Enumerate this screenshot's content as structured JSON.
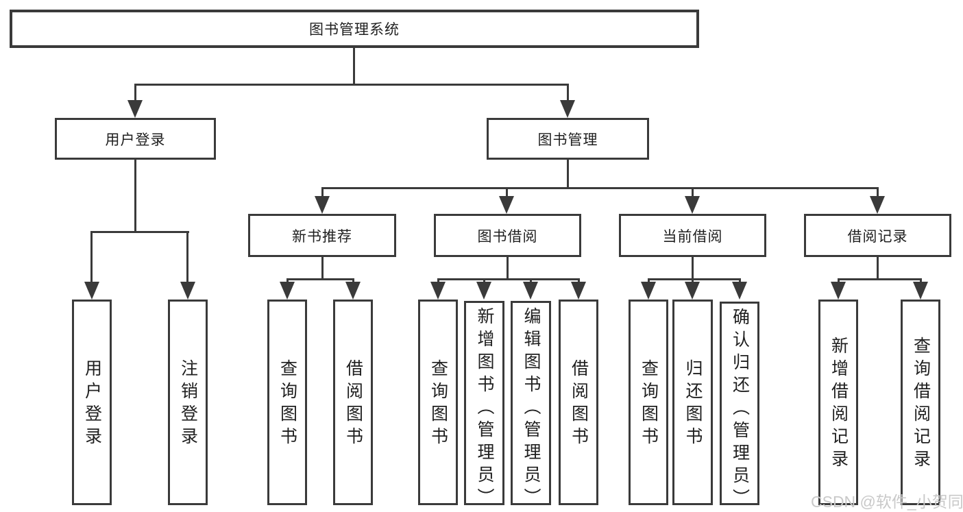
{
  "diagram": {
    "root": "图书管理系统",
    "branches": [
      {
        "label": "用户登录",
        "children": [
          "用户登录",
          "注销登录"
        ]
      },
      {
        "label": "图书管理",
        "children": [
          {
            "label": "新书推荐",
            "children": [
              "查询图书",
              "借阅图书"
            ]
          },
          {
            "label": "图书借阅",
            "children": [
              "查询图书",
              "新增图书（管理员）",
              "编辑图书（管理员）",
              "借阅图书"
            ]
          },
          {
            "label": "当前借阅",
            "children": [
              "查询图书",
              "归还图书",
              "确认归还（管理员）"
            ]
          },
          {
            "label": "借阅记录",
            "children": [
              "新增借阅记录",
              "查询借阅记录"
            ]
          }
        ]
      }
    ]
  },
  "watermark": {
    "text": "CSDN @软件_小贺同学"
  },
  "colors": {
    "line": "#3a3a3a",
    "text": "#1f1f1f",
    "background": "#ffffff",
    "watermark": "#c9c9c9"
  }
}
